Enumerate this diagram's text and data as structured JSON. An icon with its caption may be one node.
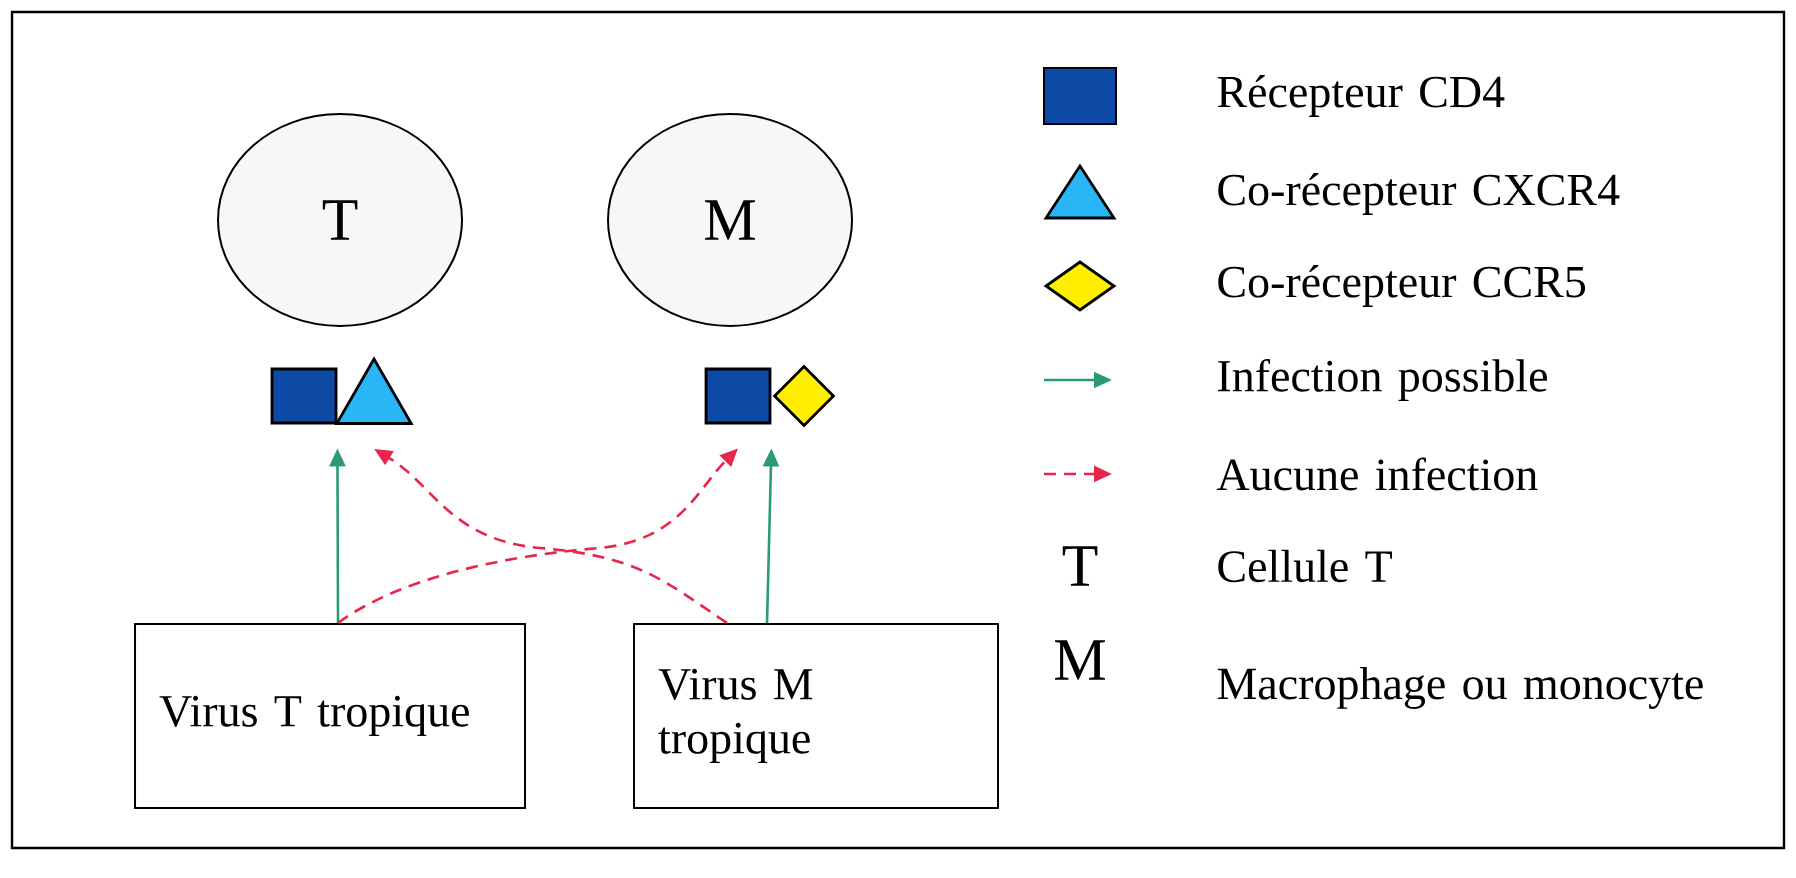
{
  "diagram": {
    "nodes": [
      {
        "text": [
          "T"
        ]
      },
      {
        "text": [
          "M"
        ]
      },
      {
        "text": [],
        "shape": "box"
      },
      {
        "text": [],
        "shape": "triangle"
      },
      {
        "text": [],
        "shape": "box"
      },
      {
        "text": [],
        "shape": "diamond"
      },
      {
        "text": [
          "Virus T tropique"
        ]
      },
      {
        "text": [
          "Virus M tropique"
        ]
      }
    ],
    "edges": [
      {
        "from": 6,
        "to": 2,
        "arrow": "to",
        "color": "#2a9a78"
      },
      {
        "from": 7,
        "to": 4,
        "arrow": "to",
        "color": "#2a9a78"
      },
      {
        "from": 6,
        "to": 4,
        "arrow": "to",
        "style": "dashed",
        "color": "#e8254a"
      },
      {
        "from": 7,
        "to": 3,
        "arrow": "to",
        "style": "dashed",
        "color": "#e8254a"
      }
    ],
    "labels": [
      "T",
      "M"
    ],
    "legend": [
      {
        "text": "Récepteur CD4",
        "color": "#0d4aa6"
      },
      {
        "text": "Co-récepteur CXCR4"
      },
      {
        "text": "Co-récepteur CCR5"
      },
      {
        "text": "Infection possible"
      },
      {
        "text": "Aucune infection"
      },
      {
        "text": "Cellule T"
      },
      {
        "text": "Macrophage ou monocyte"
      }
    ]
  }
}
